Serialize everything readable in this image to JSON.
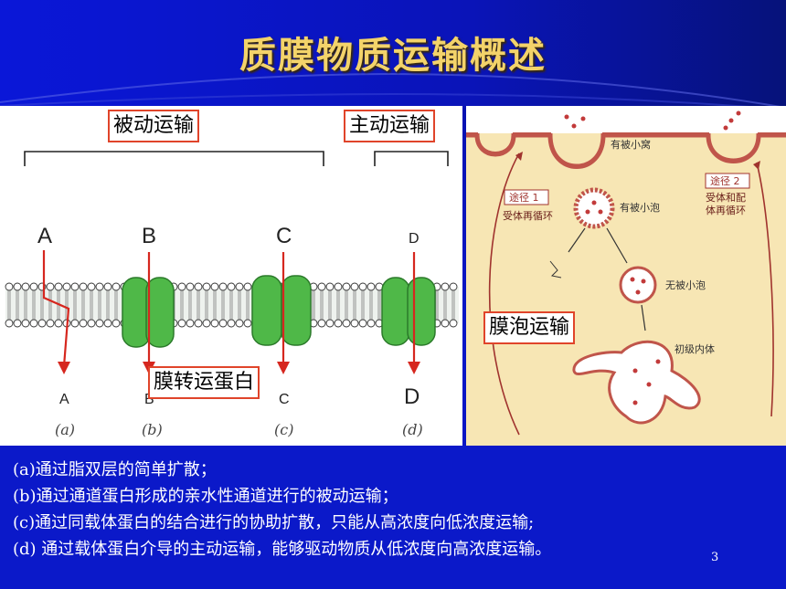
{
  "slide": {
    "title": "质膜物质运输概述",
    "page_number": "3"
  },
  "labels": {
    "passive": "被动运输",
    "active": "主动运输",
    "vesicular": "膜泡运输",
    "transport_protein": "膜转运蛋白"
  },
  "left_diagram": {
    "top_letters": [
      "A",
      "B",
      "C",
      "D"
    ],
    "bottom_letters": [
      "A",
      "B",
      "C",
      "D"
    ],
    "subfig_labels": [
      "(a)",
      "(b)",
      "(c)",
      "(d)"
    ]
  },
  "right_diagram": {
    "route1_tag": "途径 1",
    "route1_text": "受体再循环",
    "route2_tag": "途径 2",
    "route2_text_1": "受体和配",
    "route2_text_2": "体再循环",
    "coated_pit": "有被小窝",
    "coated_vesicle": "有被小泡",
    "uncoated_vesicle": "无被小泡",
    "early_endosome": "初级内体"
  },
  "captions": [
    "(a)通过脂双层的简单扩散；",
    "(b)通过通道蛋白形成的亲水性通道进行的被动运输；",
    "(c)通过同载体蛋白的结合进行的协助扩散，只能从高浓度向低浓度运输;",
    "(d) 通过载体蛋白介导的主动运输，能够驱动物质从低浓度向高浓度运输。"
  ],
  "colors": {
    "title": "#f3d36a",
    "background": "#0b16c6",
    "label_border": "#e0442a",
    "arrow": "#d6271f",
    "protein": "#4fb848",
    "cell_bg": "#f7e6b4",
    "membrane": "#c0554a"
  }
}
